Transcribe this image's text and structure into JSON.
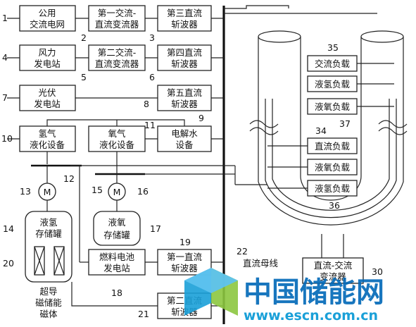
{
  "blocks": {
    "b1": [
      "公用",
      "交流电网"
    ],
    "b2": [
      "第一交流-",
      "直流变流器"
    ],
    "b3": [
      "第三直流",
      "斩波器"
    ],
    "b4": [
      "风力",
      "发电站"
    ],
    "b5": [
      "第二交流-",
      "直流变流器"
    ],
    "b6": [
      "第四直流",
      "斩波器"
    ],
    "b7": [
      "光伏",
      "发电站"
    ],
    "b8": [
      "第五直流",
      "斩波器"
    ],
    "b9": [
      "电解水",
      "设备"
    ],
    "b10": [
      "氢气",
      "液化设备"
    ],
    "b11": [
      "氧气",
      "液化设备"
    ],
    "b14": [
      "液氢",
      "存储罐"
    ],
    "b17": [
      "液氧",
      "存储罐"
    ],
    "b18": [
      "燃料电池",
      "发电站"
    ],
    "b19": [
      "第一直流",
      "斩波器"
    ],
    "b21": [
      "第二直流",
      "斩波器"
    ],
    "b30": [
      "直流-交流",
      "变流器"
    ],
    "b35": [
      "交流负载"
    ],
    "b_h2_top": [
      "液氢负载"
    ],
    "b37": [
      "液氧负载"
    ],
    "b34": [
      "直流负载"
    ],
    "b_o2_mid": [
      "液氧负载"
    ],
    "b36": [
      "液氢负载"
    ]
  },
  "motor_symbol": "M",
  "bus_label": "直流母线",
  "scm_label": [
    "超导",
    "磁储能",
    "磁体"
  ],
  "numbers": {
    "n1": "1",
    "n2": "2",
    "n3": "3",
    "n4": "4",
    "n5": "5",
    "n6": "6",
    "n7": "7",
    "n8": "8",
    "n9": "9",
    "n10": "10",
    "n11": "11",
    "n12": "12",
    "n13": "13",
    "n14": "14",
    "n15": "15",
    "n16": "16",
    "n17": "17",
    "n18": "18",
    "n19": "19",
    "n20": "20",
    "n21": "21",
    "n22": "22",
    "n30": "30",
    "n34": "34",
    "n35": "35",
    "n36": "36",
    "n37": "37"
  },
  "watermark": {
    "brand_cn": "中国储能网",
    "url": "www.escn.com.cn",
    "logo_colors": [
      "#1aa0d8",
      "#8cc63f",
      "#0068b7"
    ]
  }
}
